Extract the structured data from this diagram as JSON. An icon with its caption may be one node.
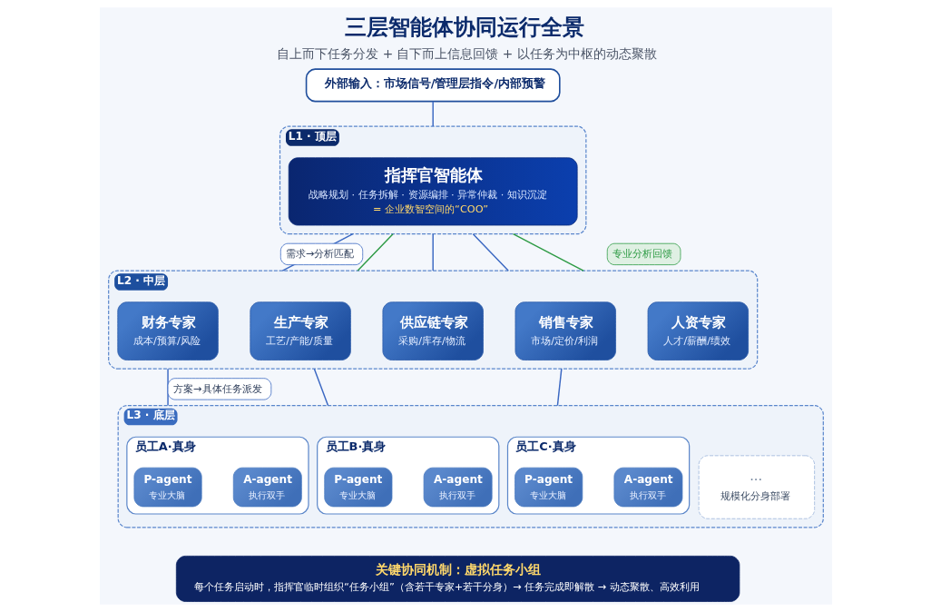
{
  "diagram": {
    "title": "三层智能体协同运行全景",
    "caption": "自上而下任务分发 + 自下而上信息回馈 + 以任务为中枢的动态聚散",
    "nodes": [
      {
        "text": [
          "外部输入：市场信号/管理层指令/内部预警"
        ]
      },
      {
        "text": [
          "L1 · 顶层"
        ]
      },
      {
        "text": [
          "指挥官智能体",
          "战略规划 · 任务拆解 · 资源编排 · 异常仲裁 · 知识沉淀",
          "= 企业数智空间的“COO”"
        ],
        "in": 1
      },
      {
        "text": [
          "L2 · 中层"
        ]
      },
      {
        "text": [
          "财务专家",
          "成本/预算/风险"
        ],
        "in": 3
      },
      {
        "text": [
          "生产专家",
          "工艺/产能/质量"
        ],
        "in": 3
      },
      {
        "text": [
          "供应链专家",
          "采购/库存/物流"
        ],
        "in": 3
      },
      {
        "text": [
          "销售专家",
          "市场/定价/利润"
        ],
        "in": 3
      },
      {
        "text": [
          "人资专家",
          "人才/薪酬/绩效"
        ],
        "in": 3
      },
      {
        "text": [
          "L3 · 底层"
        ]
      },
      {
        "text": [
          "员工A·真身"
        ],
        "in": 9
      },
      {
        "text": [
          "P-agent",
          "专业大脑"
        ],
        "in": 10
      },
      {
        "text": [
          "A-agent",
          "执行双手"
        ],
        "in": 10
      },
      {
        "text": [
          "员工B·真身"
        ],
        "in": 9
      },
      {
        "text": [
          "P-agent",
          "专业大脑"
        ],
        "in": 13
      },
      {
        "text": [
          "A-agent",
          "执行双手"
        ],
        "in": 13
      },
      {
        "text": [
          "员工C·真身"
        ],
        "in": 9
      },
      {
        "text": [
          "P-agent",
          "专业大脑"
        ],
        "in": 16
      },
      {
        "text": [
          "A-agent",
          "执行双手"
        ],
        "in": 16
      },
      {
        "text": [
          "···",
          "规模化分身部署"
        ],
        "in": 9
      },
      {
        "text": [
          "关键协同机制：虚拟任务小组",
          "每个任务启动时，指挥官临时组织“任务小组”（含若干专家+若干分身）→ 任务完成即解散 → 动态聚散、高效利用"
        ]
      }
    ],
    "edges": [
      {
        "from": 0,
        "to": 1,
        "arrow": "none"
      },
      {
        "from": 1,
        "to": 3,
        "arrow": "none",
        "label": "需求→分析匹配"
      },
      {
        "from": 1,
        "to": 3,
        "arrow": "none",
        "color": "#2e9b45"
      },
      {
        "from": 1,
        "to": 3,
        "arrow": "none"
      },
      {
        "from": 1,
        "to": 3,
        "arrow": "none"
      },
      {
        "from": 1,
        "to": 3,
        "arrow": "none",
        "color": "#2e9b45",
        "label": "专业分析回馈"
      },
      {
        "from": 3,
        "to": 9,
        "arrow": "none",
        "label": "方案→具体任务派发"
      },
      {
        "from": 3,
        "to": 9,
        "arrow": "none"
      },
      {
        "from": 3,
        "to": 9,
        "arrow": "none"
      }
    ]
  }
}
